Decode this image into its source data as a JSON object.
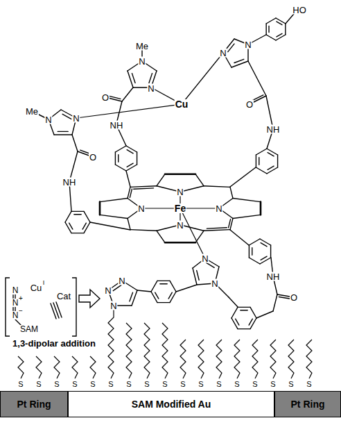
{
  "diagram": {
    "nodes": [
      {
        "text": [
          "Pt Ring"
        ]
      },
      {
        "text": [
          "SAM Modified Au"
        ]
      },
      {
        "text": [
          "Pt Ring"
        ]
      }
    ],
    "labels": [
      "HO",
      "Me",
      "N",
      "N",
      "O",
      "NH",
      "Cu",
      "Me",
      "N",
      "N",
      "O",
      "NH",
      "N",
      "N",
      "O",
      "NH",
      "N",
      "N",
      "Fe",
      "N",
      "N",
      "N",
      "N",
      "O",
      "NH",
      "N",
      "N",
      "N",
      "Cu",
      "I",
      "Cat",
      "N",
      "N",
      "+",
      "N",
      "−",
      "SAM",
      "1,3-dipolar addition",
      "S",
      "S",
      "S",
      "S",
      "S",
      "S",
      "S",
      "S",
      "S",
      "S",
      "S",
      "S",
      "S",
      "S",
      "S",
      "S",
      "S"
    ]
  }
}
